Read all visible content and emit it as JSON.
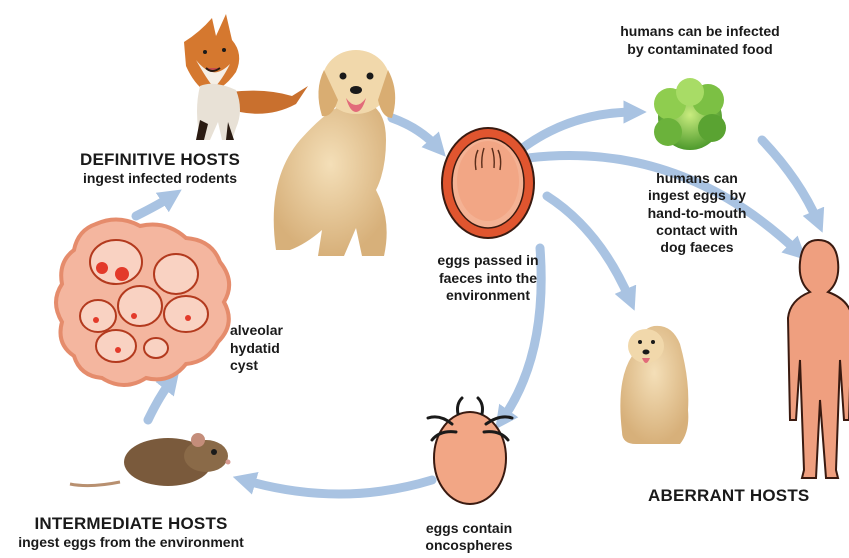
{
  "definitive_hosts": {
    "title": "DEFINITIVE HOSTS",
    "subtitle": "ingest infected rodents"
  },
  "eggs_passed": {
    "line1": "eggs passed in",
    "line2": "faeces into the",
    "line3": "environment"
  },
  "food_infection": {
    "line1": "humans can be infected",
    "line2": "by contaminated food"
  },
  "hand_to_mouth": {
    "line1": "humans can",
    "line2": "ingest eggs by",
    "line3": "hand-to-mouth",
    "line4": "contact with",
    "line5": "dog faeces"
  },
  "cyst": {
    "line1": "alveolar",
    "line2": "hydatid",
    "line3": "cyst"
  },
  "aberrant_hosts": {
    "title": "ABERRANT HOSTS"
  },
  "intermediate_hosts": {
    "title": "INTERMEDIATE HOSTS",
    "subtitle": "ingest eggs from the environment"
  },
  "oncospheres": {
    "line1": "eggs contain",
    "line2": "oncospheres"
  },
  "colors": {
    "arrow": "#a9c3e2",
    "egg_outer": "#e0552f",
    "egg_inner": "#f2a685",
    "cyst_fill": "#f4b69f",
    "cyst_stroke": "#b33a1e",
    "human": "#ef9f7f",
    "human_outline": "#3a1a10"
  }
}
